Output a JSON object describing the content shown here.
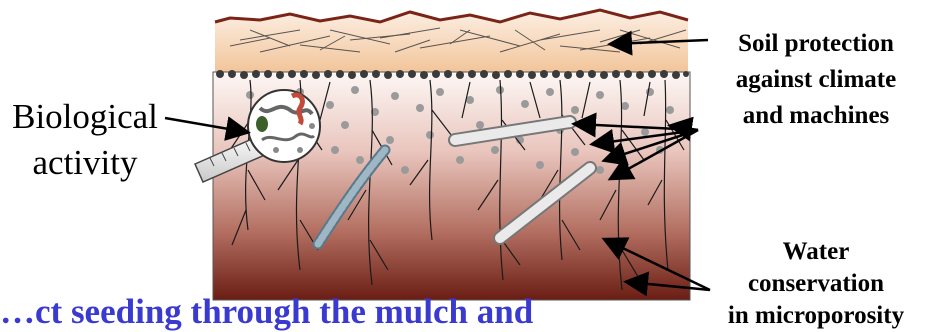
{
  "labels": {
    "biological_activity": [
      "Biological",
      "activity"
    ],
    "soil_protection": [
      "Soil protection",
      "against climate",
      "and machines"
    ],
    "water_conservation": [
      "Water",
      "conservation",
      "in microporosity"
    ],
    "cutoff_caption": "…ct seeding through the mulch and"
  },
  "colors": {
    "mulch_top": "#f9e6d2",
    "mulch_bottom": "#f2c59a",
    "soil_top": "#fbf3f1",
    "soil_bottom": "#6a1d14",
    "caption_blue": "#3a3ad0"
  }
}
